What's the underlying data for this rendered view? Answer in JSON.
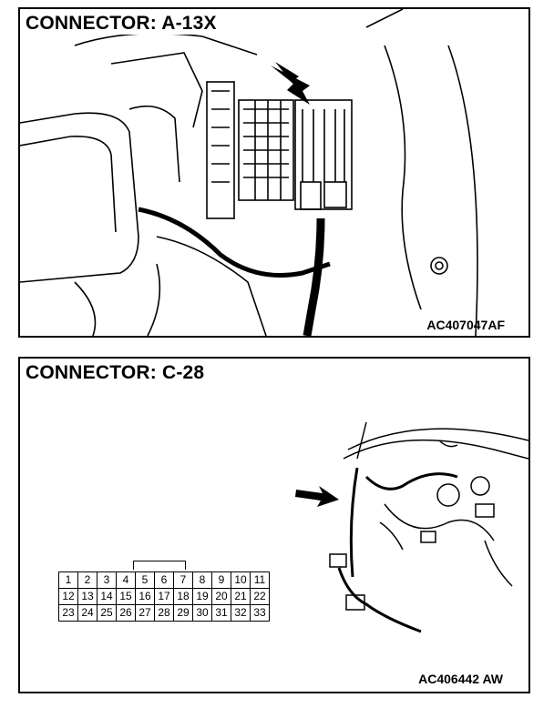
{
  "panels": [
    {
      "title": "CONNECTOR: A-13X",
      "code": "AC407047AF"
    },
    {
      "title": "CONNECTOR: C-28",
      "code": "AC406442 AW",
      "pins": [
        [
          "1",
          "2",
          "3",
          "4",
          "5",
          "6",
          "7",
          "8",
          "9",
          "10",
          "11"
        ],
        [
          "12",
          "13",
          "14",
          "15",
          "16",
          "17",
          "18",
          "19",
          "20",
          "21",
          "22"
        ],
        [
          "23",
          "24",
          "25",
          "26",
          "27",
          "28",
          "29",
          "30",
          "31",
          "32",
          "33"
        ]
      ]
    }
  ],
  "colors": {
    "line": "#000000",
    "background": "#ffffff"
  },
  "icons": [
    "arrow-icon"
  ]
}
